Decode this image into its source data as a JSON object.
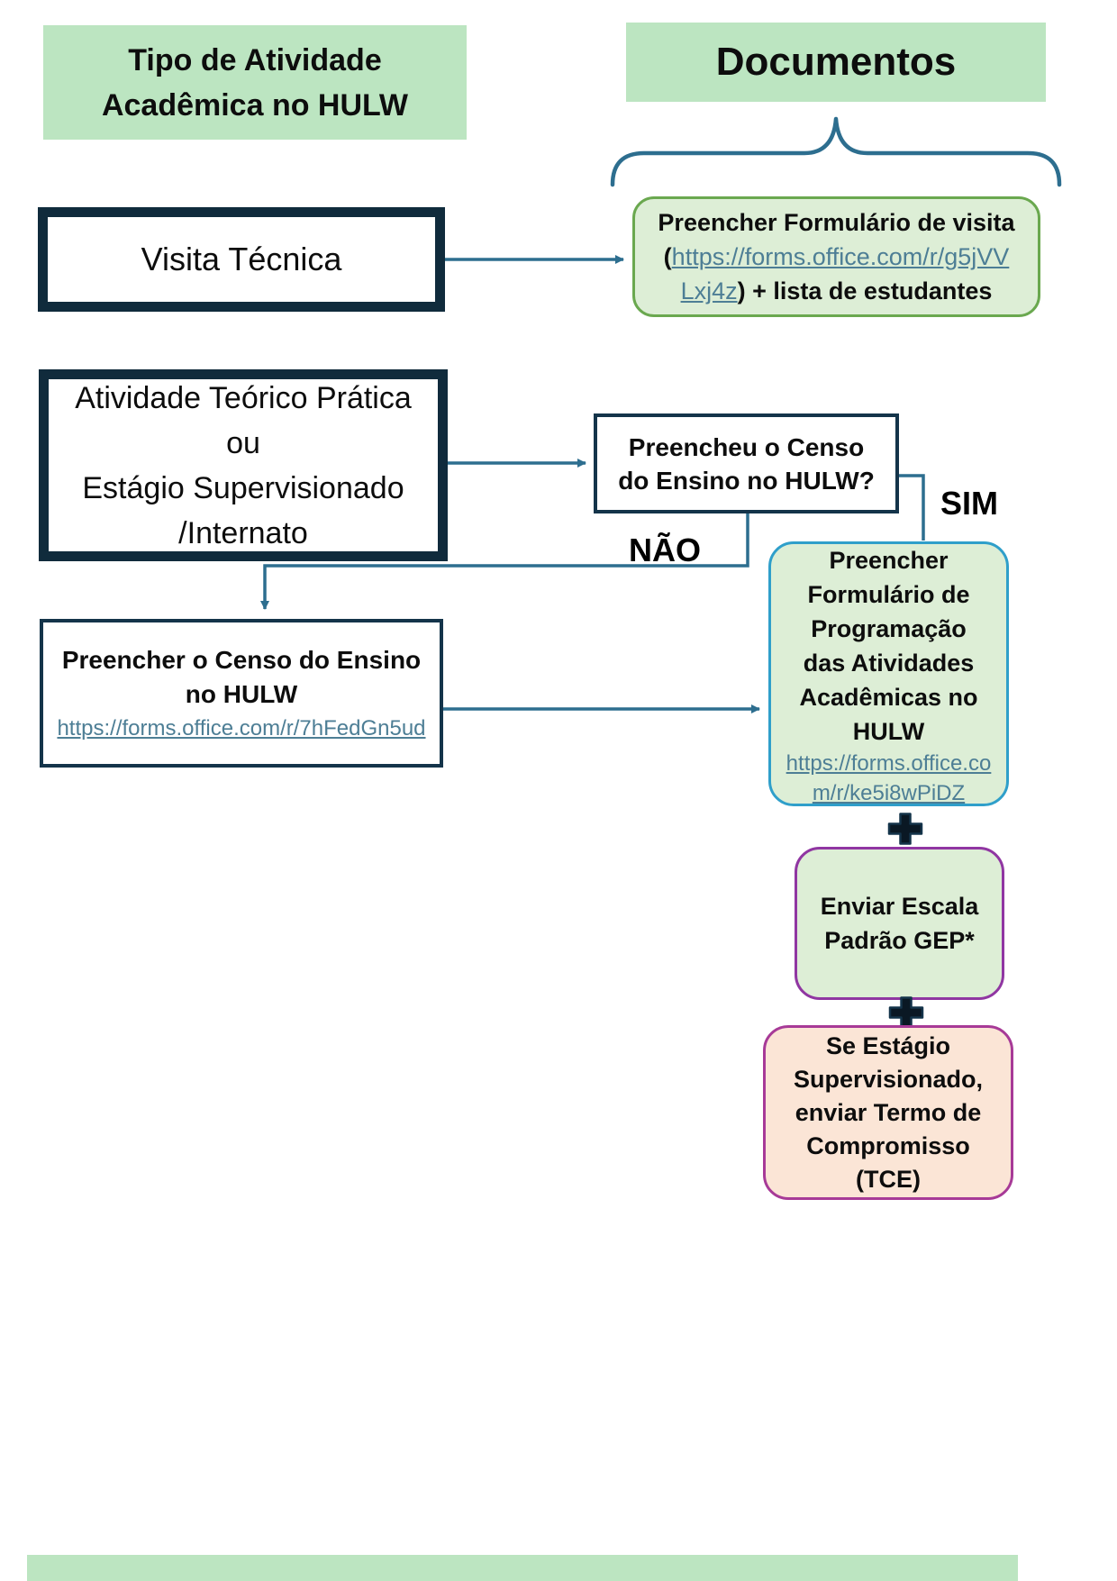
{
  "colors": {
    "header_green": "#bce5c1",
    "green_fill": "#ddeed6",
    "green_border": "#6aa84f",
    "blue_border": "#2f9fca",
    "purple_border": "#9036a2",
    "magenta_border": "#a73a97",
    "peach_fill": "#fbe5d6",
    "dark_navy": "#102b3c",
    "navy_mid": "#14344a",
    "arrow_teal": "#2d6e8f",
    "link_teal": "#4d7e95",
    "plus_dark": "#0a1824"
  },
  "headers": {
    "left_lines": [
      "Tipo de Atividade",
      "Acadêmica no HULW"
    ],
    "right": "Documentos"
  },
  "labels": {
    "no": "NÃO",
    "yes": "SIM"
  },
  "nodes": {
    "visita": {
      "label": "Visita Técnica"
    },
    "visita_doc": {
      "title": "Preencher Formulário de visita",
      "open_paren": "(",
      "link_a": "https://forms.office.com/r/g5jVV",
      "link_b": "Lxj4z",
      "after_link": ") + lista de estudantes"
    },
    "atividade": {
      "lines": [
        "Atividade Teórico Prática",
        "ou",
        "Estágio Supervisionado",
        "/Internato"
      ]
    },
    "question": {
      "lines": [
        "Preencheu o Censo",
        "do Ensino no HULW?"
      ]
    },
    "censo": {
      "lines": [
        "Preencher o Censo do Ensino",
        "no HULW"
      ],
      "link": "https://forms.office.com/r/7hFedGn5ud"
    },
    "programacao": {
      "lines": [
        "Preencher",
        "Formulário de",
        "Programação",
        "das Atividades",
        "Acadêmicas no",
        "HULW"
      ],
      "link_lines": [
        "https://forms.office.co",
        "m/r/ke5i8wPiDZ"
      ]
    },
    "escala": {
      "lines": [
        "Enviar Escala",
        "Padrão GEP*"
      ]
    },
    "tce": {
      "lines": [
        "Se Estágio",
        "Supervisionado,",
        "enviar Termo de",
        "Compromisso",
        "(TCE)"
      ]
    }
  }
}
